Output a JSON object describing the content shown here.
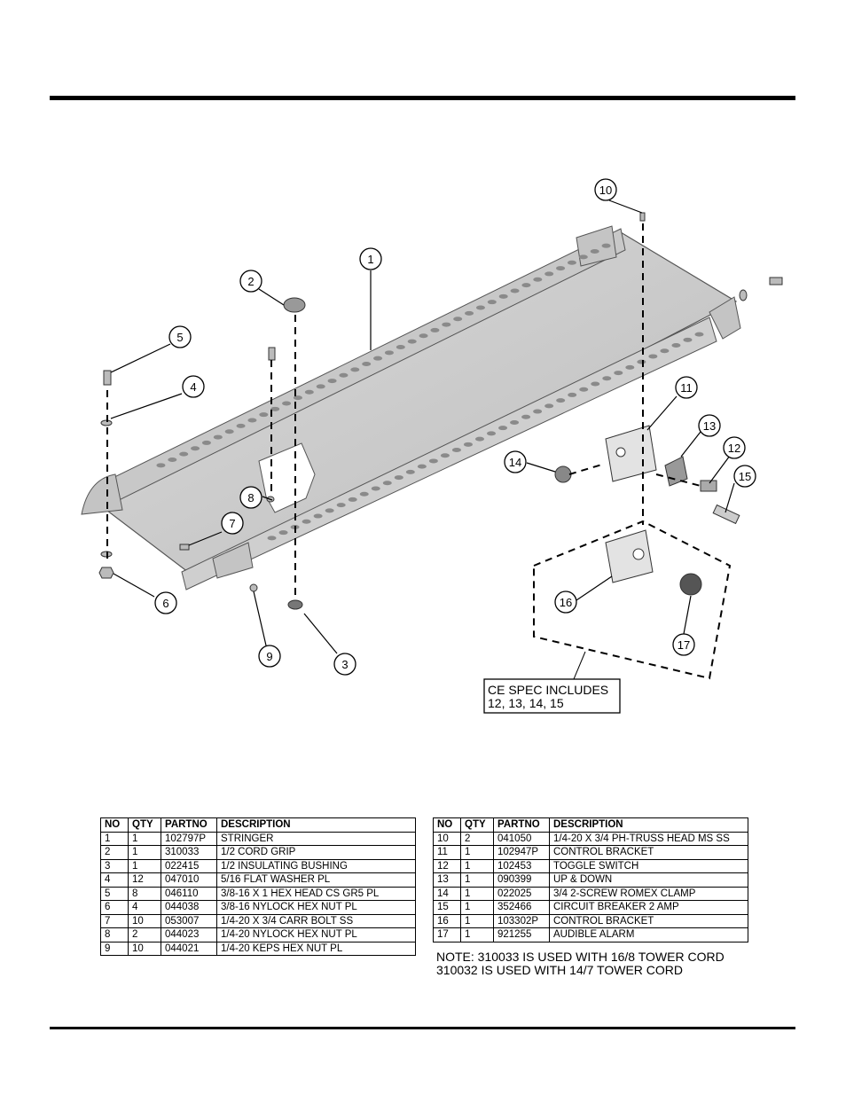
{
  "callouts": [
    "1",
    "2",
    "3",
    "4",
    "5",
    "6",
    "7",
    "8",
    "9",
    "10",
    "11",
    "12",
    "13",
    "14",
    "15",
    "16",
    "17"
  ],
  "ce_box": {
    "line1": "CE SPEC INCLUDES",
    "line2": "12, 13, 14, 15"
  },
  "table": {
    "headers": [
      "NO",
      "QTY",
      "PARTNO",
      "DESCRIPTION"
    ],
    "left_rows": [
      [
        "1",
        "1",
        "102797P",
        "STRINGER"
      ],
      [
        "2",
        "1",
        "310033",
        "1/2 CORD GRIP"
      ],
      [
        "3",
        "1",
        "022415",
        "1/2 INSULATING BUSHING"
      ],
      [
        "4",
        "12",
        "047010",
        "5/16 FLAT WASHER PL"
      ],
      [
        "5",
        "8",
        "046110",
        "3/8-16 X 1 HEX HEAD CS GR5 PL"
      ],
      [
        "6",
        "4",
        "044038",
        "3/8-16 NYLOCK HEX NUT PL"
      ],
      [
        "7",
        "10",
        "053007",
        "1/4-20 X 3/4 CARR BOLT SS"
      ],
      [
        "8",
        "2",
        "044023",
        "1/4-20 NYLOCK HEX NUT PL"
      ],
      [
        "9",
        "10",
        "044021",
        "1/4-20 KEPS HEX NUT PL"
      ]
    ],
    "right_rows": [
      [
        "10",
        "2",
        "041050",
        "1/4-20 X 3/4 PH-TRUSS HEAD MS SS"
      ],
      [
        "11",
        "1",
        "102947P",
        "CONTROL BRACKET"
      ],
      [
        "12",
        "1",
        "102453",
        "TOGGLE SWITCH"
      ],
      [
        "13",
        "1",
        "090399",
        "UP & DOWN"
      ],
      [
        "14",
        "1",
        "022025",
        "3/4 2-SCREW ROMEX CLAMP"
      ],
      [
        "15",
        "1",
        "352466",
        "CIRCUIT BREAKER 2 AMP"
      ],
      [
        "16",
        "1",
        "103302P",
        "CONTROL BRACKET"
      ],
      [
        "17",
        "1",
        "921255",
        "AUDIBLE ALARM"
      ]
    ]
  },
  "note": {
    "line1": "NOTE: 310033 IS USED WITH 16/8 TOWER CORD",
    "line2": "310032 IS USED WITH 14/7 TOWER CORD"
  }
}
